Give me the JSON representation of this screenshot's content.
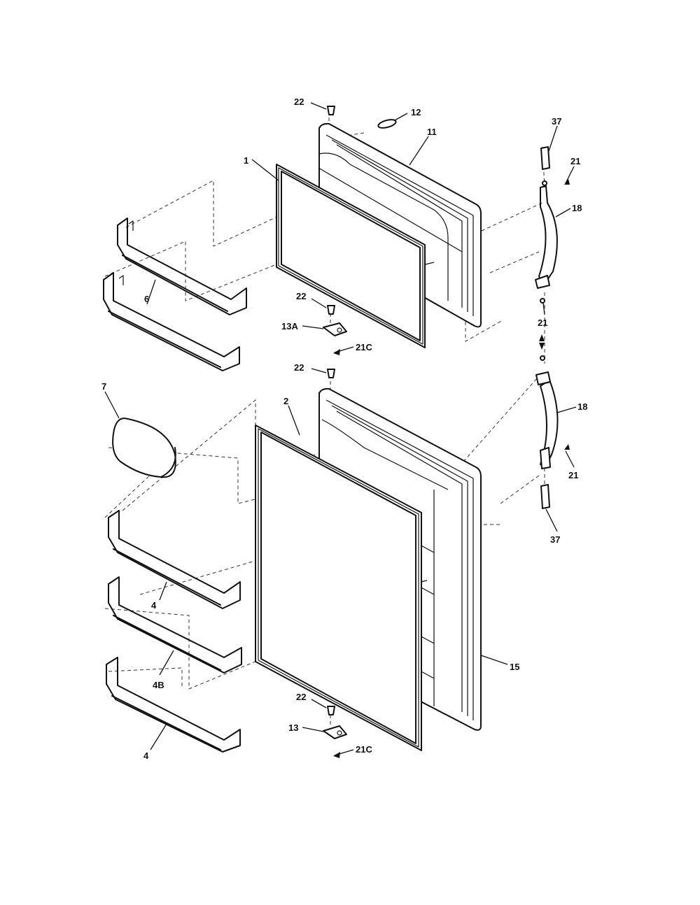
{
  "labels": {
    "top_screw": "22",
    "plug": "12",
    "freezer_door": "11",
    "freezer_gasket": "1",
    "freezer_shelves": "6",
    "freezer_bottom_screw": "22",
    "freezer_hinge": "13A",
    "freezer_hinge_screw": "21C",
    "top_handle_cap": "37",
    "top_handle_screw_upper": "21",
    "top_handle": "18",
    "top_handle_screw_lower": "21",
    "fresh_top_screw": "22",
    "fresh_gasket": "2",
    "dairy_door": "7",
    "fresh_door": "15",
    "shelf_upper": "4",
    "shelf_middle": "4B",
    "shelf_lower": "4",
    "fresh_bottom_screw": "22",
    "fresh_hinge": "13",
    "fresh_hinge_screw": "21C",
    "bottom_handle": "18",
    "bottom_handle_screw": "21",
    "bottom_handle_cap": "37"
  }
}
